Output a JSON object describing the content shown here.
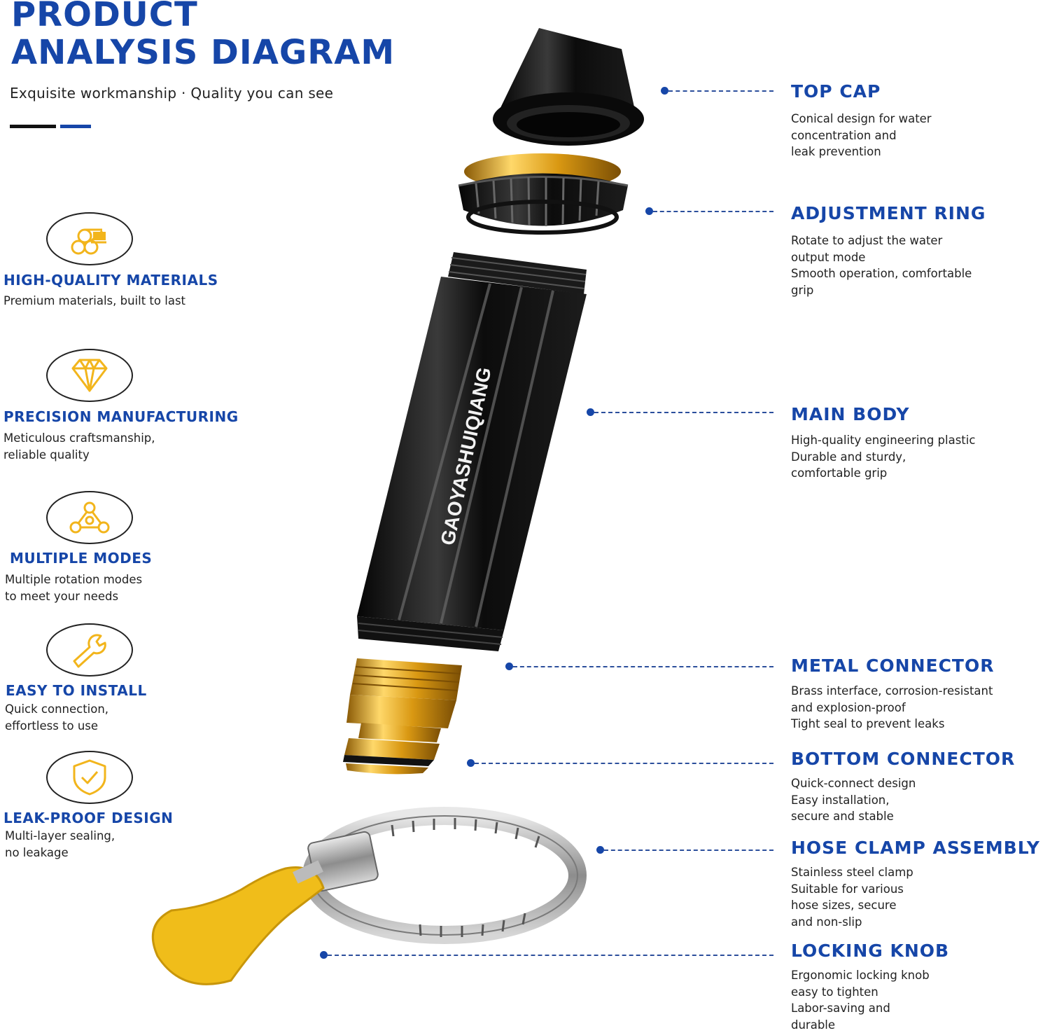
{
  "header": {
    "title_line1": "PRODUCT",
    "title_line2": "ANALYSIS DIAGRAM",
    "subtitle": "Exquisite workmanship · Quality you can see"
  },
  "features": [
    {
      "title": "HIGH-QUALITY MATERIALS",
      "desc": "Premium materials, built to last",
      "icon": "cylinders-icon"
    },
    {
      "title": "PRECISION MANUFACTURING",
      "desc": "Meticulous craftsmanship,\nreliable quality",
      "icon": "diamond-icon"
    },
    {
      "title": "MULTIPLE MODES",
      "desc": "Multiple rotation modes\nto meet your needs",
      "icon": "nodes-icon"
    },
    {
      "title": "EASY TO INSTALL",
      "desc": "Quick connection,\neffortless to use",
      "icon": "wrench-icon"
    },
    {
      "title": "LEAK-PROOF DESIGN",
      "desc": "Multi-layer sealing,\nno leakage",
      "icon": "shield-check-icon"
    }
  ],
  "parts": [
    {
      "title": "TOP CAP",
      "desc": "Conical design for water\nconcentration and\nleak prevention"
    },
    {
      "title": "ADJUSTMENT RING",
      "desc": "Rotate to adjust the water\noutput mode\nSmooth operation, comfortable\ngrip"
    },
    {
      "title": "MAIN BODY",
      "desc": "High-quality engineering plastic\nDurable and sturdy,\ncomfortable grip"
    },
    {
      "title": "METAL CONNECTOR",
      "desc": "Brass interface, corrosion-resistant\nand explosion-proof\nTight seal to prevent leaks"
    },
    {
      "title": "BOTTOM CONNECTOR",
      "desc": "Quick-connect design\nEasy installation,\nsecure and stable"
    },
    {
      "title": "HOSE CLAMP ASSEMBLY",
      "desc": "Stainless steel clamp\nSuitable for various\nhose sizes, secure\nand non-slip"
    },
    {
      "title": "LOCKING KNOB",
      "desc": "Ergonomic locking knob\neasy to tighten\nLabor-saving and\ndurable"
    }
  ],
  "product": {
    "brand": "GAOYASHUIQIANG"
  },
  "colors": {
    "accent": "#1646a8",
    "gold": "#f2b51c",
    "black": "#111111"
  }
}
